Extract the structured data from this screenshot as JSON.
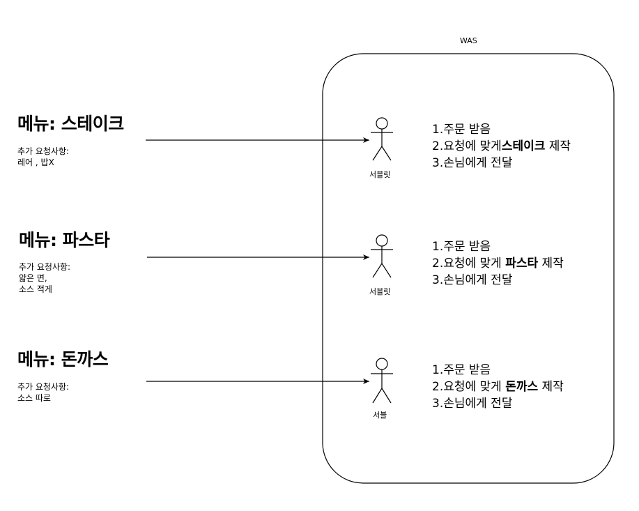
{
  "was_label": "WAS",
  "orders": [
    {
      "menu_title": "메뉴: 스테이크",
      "request_label": "추가 요청사항:",
      "request_lines": [
        "레어 , 밥X"
      ],
      "actor_label": "서블릿",
      "steps": {
        "step1": "1.주문 받음",
        "step2_prefix": "2.요청에 맞게",
        "step2_bold": "스테이크",
        "step2_suffix": " 제작",
        "step3": "3.손님에게 전달"
      }
    },
    {
      "menu_title": "메뉴: 파스타",
      "request_label": "추가 요청사항:",
      "request_lines": [
        "얇은 면,",
        "소스 적게"
      ],
      "actor_label": "서블릿",
      "steps": {
        "step1": "1.주문 받음",
        "step2_prefix": "2.요청에 맞게 ",
        "step2_bold": "파스타",
        "step2_suffix": " 제작",
        "step3": "3.손님에게 전달"
      }
    },
    {
      "menu_title": "메뉴: 돈까스",
      "request_label": "추가 요청사항:",
      "request_lines": [
        "소스 따로"
      ],
      "actor_label": "서블",
      "steps": {
        "step1": "1.주문 받음",
        "step2_prefix": "2.요청에 맞게 ",
        "step2_bold": "돈까스",
        "step2_suffix": " 제작",
        "step3": "3.손님에게 전달"
      }
    }
  ]
}
